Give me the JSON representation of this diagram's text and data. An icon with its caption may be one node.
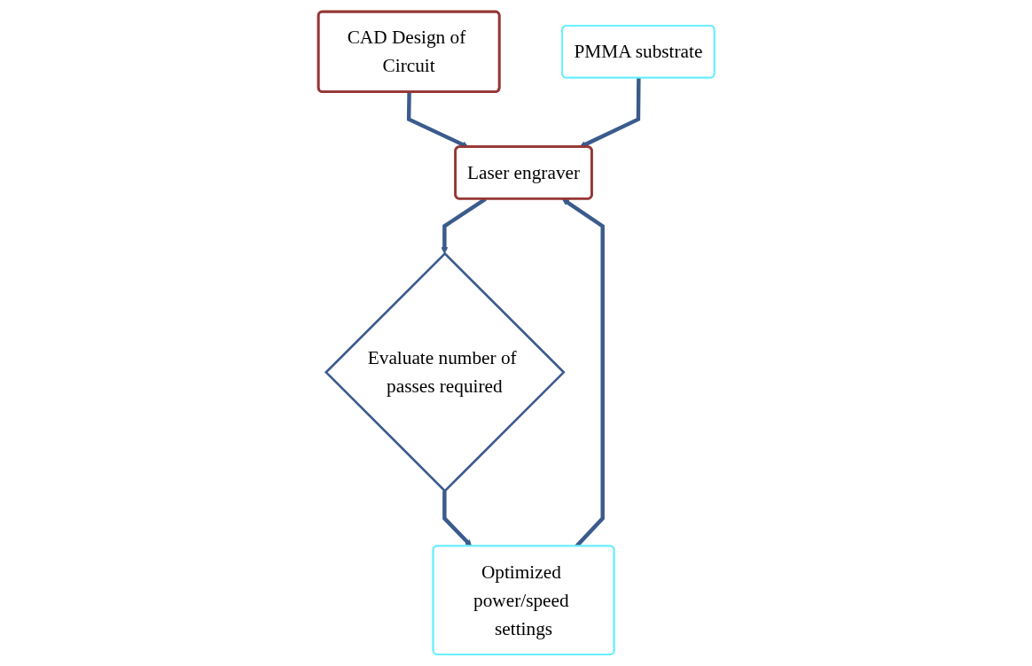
{
  "diagram": {
    "nodes": [
      {
        "text": [
          "CAD Design of Circuit"
        ]
      },
      {
        "text": [
          "Optimized power/speed settings"
        ]
      },
      {
        "text": [
          "Laser engraver"
        ]
      },
      {
        "text": [
          "PMMA substrate"
        ]
      },
      {
        "text": [
          "Evaluate number of passes required"
        ]
      }
    ],
    "edges": [
      {
        "from": 0,
        "to": 2,
        "arrow": "to"
      },
      {
        "from": 1,
        "to": 2,
        "arrow": "to"
      },
      {
        "from": 3,
        "to": 2,
        "arrow": "to"
      },
      {
        "from": 2,
        "to": 4,
        "arrow": "to"
      },
      {
        "from": 4,
        "to": 1,
        "arrow": "to"
      }
    ]
  }
}
